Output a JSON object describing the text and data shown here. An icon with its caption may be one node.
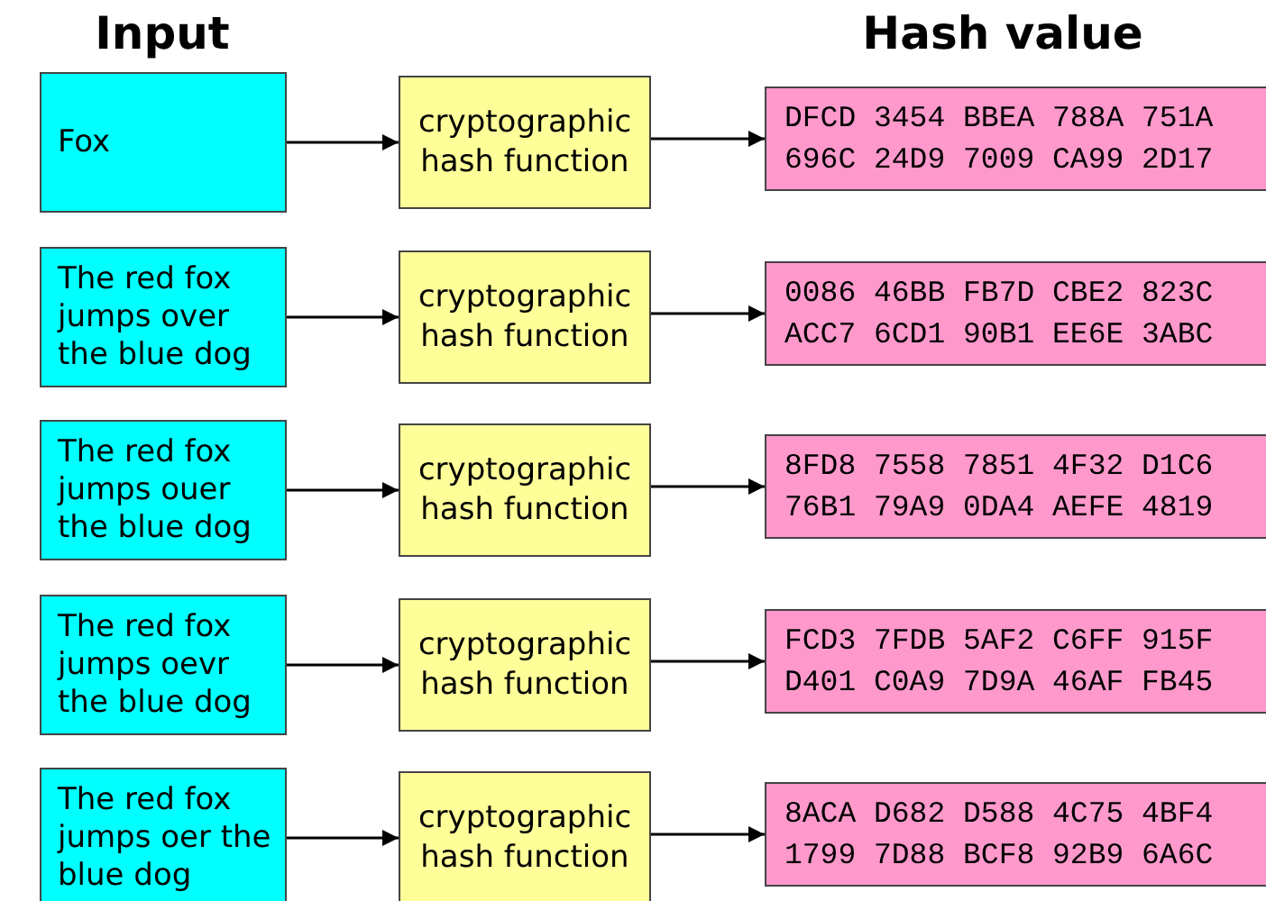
{
  "diagram": {
    "nodes": [
      {
        "text": [
          "Fox"
        ]
      },
      {
        "text": [
          "cryptographic hash function"
        ]
      },
      {
        "text": [
          "DFCD 3454 BBEA 788A 751A 696C 24D9 7009 CA99 2D17"
        ]
      },
      {
        "text": [
          "The red fox jumps over the blue dog"
        ]
      },
      {
        "text": [
          "cryptographic hash function"
        ]
      },
      {
        "text": [
          "0086 46BB FB7D CBE2 823C ACC7 6CD1 90B1 EE6E 3ABC"
        ]
      },
      {
        "text": [
          "The red fox jumps ouer the blue dog"
        ]
      },
      {
        "text": [
          "cryptographic hash function"
        ]
      },
      {
        "text": [
          "8FD8 7558 7851 4F32 D1C6 76B1 79A9 0DA4 AEFE 4819"
        ]
      },
      {
        "text": [
          "The red fox jumps oevr the blue dog"
        ]
      },
      {
        "text": [
          "cryptographic hash function"
        ]
      },
      {
        "text": [
          "FCD3 7FDB 5AF2 C6FF 915F D401 C0A9 7D9A 46AF FB45"
        ]
      },
      {
        "text": [
          "The red fox jumps oer the blue dog"
        ]
      },
      {
        "text": [
          "cryptographic hash function"
        ]
      },
      {
        "text": [
          "8ACA D682 D588 4C75 4BF4 1799 7D88 BCF8 92B9 6A6C"
        ]
      }
    ],
    "edges": [
      {
        "from": 0,
        "to": 1,
        "arrow": "to"
      },
      {
        "from": 1,
        "to": 2,
        "arrow": "to"
      },
      {
        "from": 3,
        "to": 4,
        "arrow": "to"
      },
      {
        "from": 4,
        "to": 5,
        "arrow": "to"
      },
      {
        "from": 6,
        "to": 7,
        "arrow": "to"
      },
      {
        "from": 7,
        "to": 8,
        "arrow": "to"
      },
      {
        "from": 9,
        "to": 10,
        "arrow": "to"
      },
      {
        "from": 10,
        "to": 11,
        "arrow": "to"
      },
      {
        "from": 12,
        "to": 13,
        "arrow": "to"
      },
      {
        "from": 13,
        "to": 14,
        "arrow": "to"
      }
    ],
    "labels": [
      "Input",
      "Hash value"
    ]
  }
}
